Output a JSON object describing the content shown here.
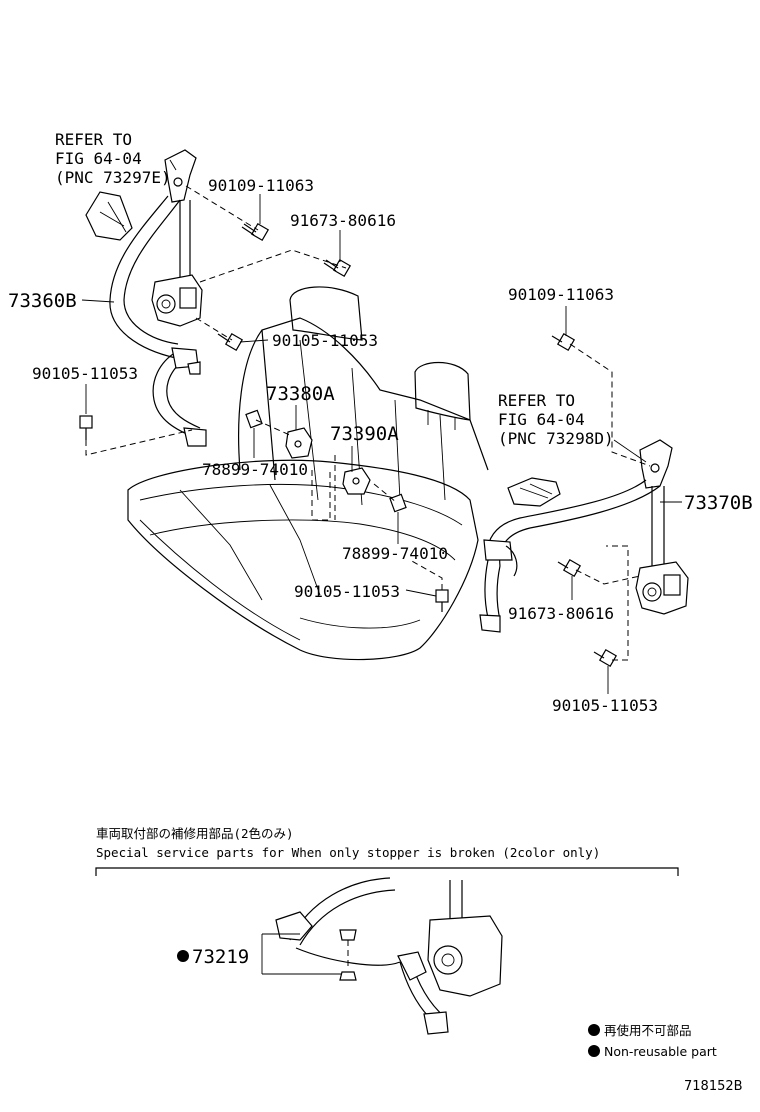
{
  "callouts": {
    "refer_left": [
      "REFER TO",
      "FIG 64-04",
      "(PNC 73297E)"
    ],
    "refer_right": [
      "REFER TO",
      "FIG 64-04",
      "(PNC 73298D)"
    ],
    "p_90109_left": "90109-11063",
    "p_91673_left": "91673-80616",
    "p_73360b": "73360B",
    "p_90105_upper": "90105-11053",
    "p_90105_left": "90105-11053",
    "p_73380a": "73380A",
    "p_73390a": "73390A",
    "p_78899_left": "78899-74010",
    "p_78899_center": "78899-74010",
    "p_90105_center": "90105-11053",
    "p_90109_right": "90109-11063",
    "p_73370b": "73370B",
    "p_91673_right": "91673-80616",
    "p_90105_right": "90105-11053"
  },
  "service_note": {
    "japanese": "車両取付部の補修用部品(2色のみ)",
    "english": "Special service parts for When only stopper is broken (2color only)",
    "part_number": "73219"
  },
  "legend": {
    "japanese": "再使用不可部品",
    "english": "Non-reusable part"
  },
  "figure_id": "718152B"
}
